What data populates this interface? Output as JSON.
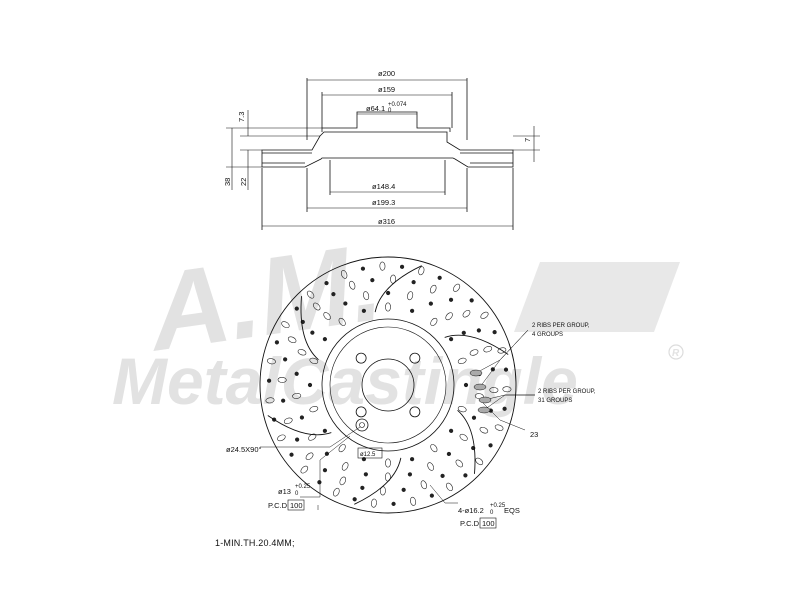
{
  "watermark": {
    "brand": "A.M.",
    "text": "MetalCastingle",
    "registered_mark": "R"
  },
  "section_view": {
    "dimensions": {
      "d200": "ø200",
      "d159": "ø159",
      "d64_base": "ø64.1",
      "d64_tol_upper": "+0.074",
      "d64_tol_lower": "0",
      "d148": "ø148.4",
      "d199": "ø199.3",
      "d316": "ø316",
      "h7_3": "7.3",
      "h7": "7",
      "h38": "38",
      "h22": "22"
    }
  },
  "plan_view": {
    "callouts": {
      "ribs_group_a_line1": "2 RIBS PER GROUP,",
      "ribs_group_a_line2": "4 GROUPS",
      "ribs_group_b_line1": "2 RIBS PER GROUP,",
      "ribs_group_b_line2": "31 GROUPS",
      "rib_count": "23",
      "chamfer": "ø24.5X90°",
      "pcd_small_value": "ø12.5",
      "hole_small_base": "ø13",
      "hole_small_tol_upper": "+0.25",
      "hole_small_tol_lower": "0",
      "pcd_label": "P.C.D",
      "pcd_small": "100",
      "bolt_holes_base": "4-ø16.2",
      "bolt_holes_tol_upper": "+0.25",
      "bolt_holes_tol_lower": "0",
      "bolt_holes_suffix": "EQS",
      "pcd_large": "100"
    }
  },
  "notes": {
    "min_thickness": "1-MIN.TH.20.4MM;"
  }
}
